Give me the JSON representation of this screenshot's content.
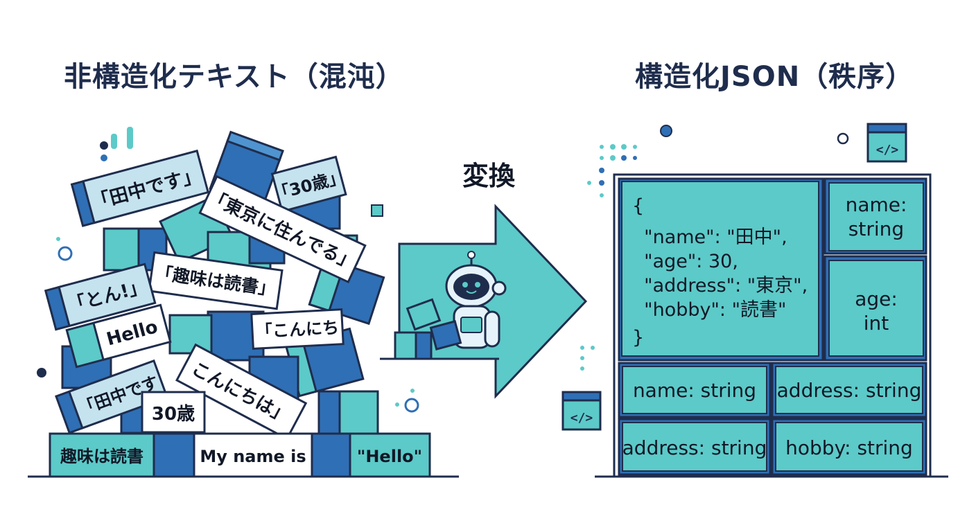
{
  "titles": {
    "left": "非構造化テキスト（混沌）",
    "right": "構造化JSON（秩序）",
    "arrow": "変換"
  },
  "chaos_labels": [
    "「田中です」",
    "「30歳」",
    "「東京に住んでる」",
    "「趣味は読書」",
    "「とん!」",
    "Hello",
    "「こんにち",
    "「田中です",
    "こんにちは」",
    "30歳",
    "趣味は読書",
    "My name is",
    "\"Hello\""
  ],
  "json_code": [
    "{",
    "  \"name\": \"田中\",",
    "  \"age\": 30,",
    "  \"address\": \"東京\",",
    "  \"hobby\": \"読書\"",
    "}"
  ],
  "schema_cells": {
    "name_top": [
      "name:",
      "string"
    ],
    "age_top": [
      "age:",
      "int"
    ],
    "row1_left": "name: string",
    "row1_right": "address: string",
    "row2_left": "address: string",
    "row2_right": "hobby: string"
  },
  "icons": [
    "code-window-icon",
    "robot-icon",
    "dot-icon"
  ],
  "colors": {
    "navy": "#1f2d4d",
    "teal": "#5ccac8",
    "blue": "#2f6fb5",
    "light": "#c5e3ef"
  }
}
